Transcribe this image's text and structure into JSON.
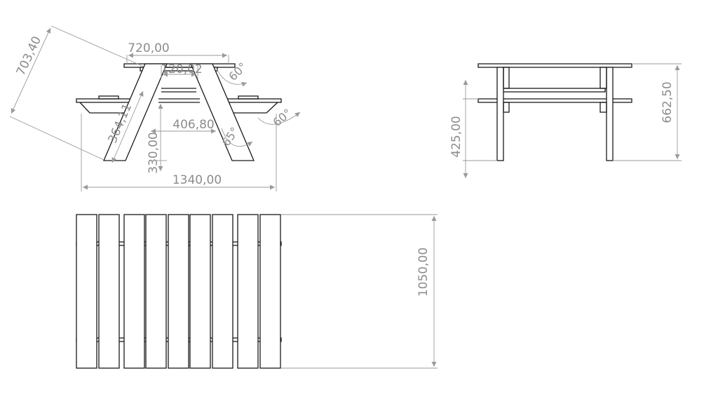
{
  "drawing": {
    "front_view": {
      "dimensions": {
        "overall_length": "1340,00",
        "table_top_length": "720,00",
        "spacer": "120,02",
        "leg_inner": "406,80",
        "diagonal_length": "703,40",
        "brace_length": "364,11",
        "seat_height": "330,00"
      },
      "angles": {
        "top_right": "60°",
        "seat_right": "60°",
        "leg": "65°"
      }
    },
    "side_view": {
      "dimensions": {
        "overall_height": "662,50",
        "seat_level": "425,00"
      }
    },
    "top_view": {
      "dimensions": {
        "depth": "1050,00"
      },
      "board_count": 9
    }
  }
}
